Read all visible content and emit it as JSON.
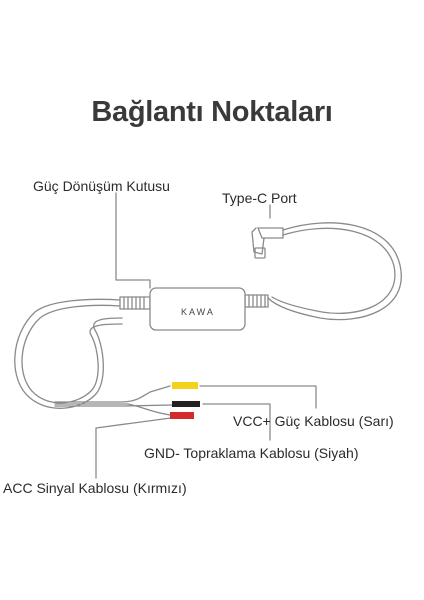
{
  "title": "Bağlantı Noktaları",
  "labels": {
    "box": "Güç Dönüşüm Kutusu",
    "port": "Type-C Port",
    "vcc": "VCC+ Güç Kablosu (Sarı)",
    "gnd": "GND- Topraklama Kablosu (Siyah)",
    "acc": "ACC Sinyal Kablosu (Kırmızı)"
  },
  "brand": "KAWA",
  "colors": {
    "cable": "#8a8a8a",
    "vcc_tip": "#f3d21a",
    "gnd_tip": "#222222",
    "acc_tip": "#d42a2a"
  }
}
